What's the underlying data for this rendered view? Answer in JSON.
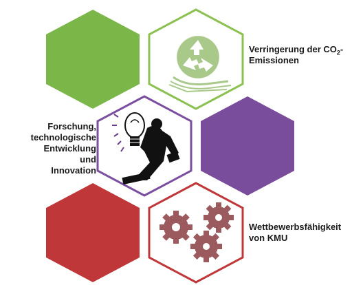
{
  "labels": {
    "co2_pre": "Verringerung der CO",
    "co2_sub": "2",
    "co2_post": "-",
    "co2_line2": "Emissionen",
    "forschung_line1": "Forschung,",
    "forschung_line2": "technologische",
    "forschung_line3": "Entwicklung und",
    "forschung_line4": "Innovation",
    "wett_line1": "Wettbewerbsfähigkeit",
    "wett_line2": "von KMU"
  },
  "colors": {
    "green_fill": "#7ab648",
    "green_stroke": "#8cc152",
    "green_icon": "#a8c98a",
    "purple_fill": "#7a4d9c",
    "purple_stroke": "#7b4fa0",
    "red_fill": "#c0373a",
    "red_stroke": "#c0373a",
    "gear_fill": "#9b5a5e"
  },
  "icons": [
    "recycle-icon",
    "lightbulb-man-icon",
    "gears-icon"
  ]
}
